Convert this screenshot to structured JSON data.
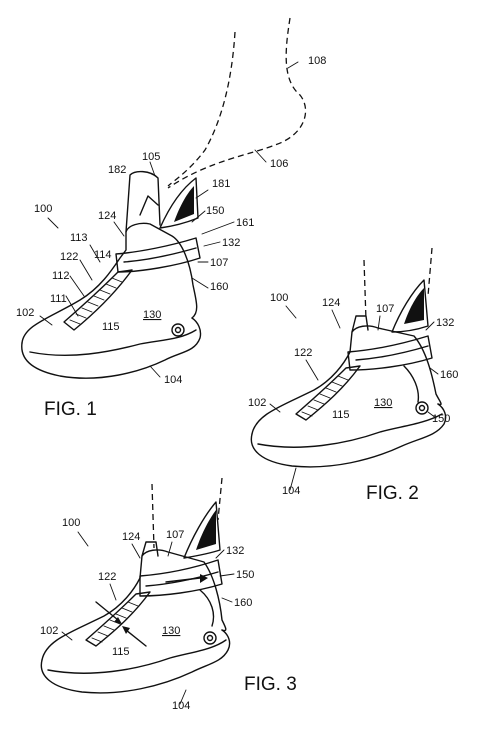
{
  "figures": [
    {
      "title": "FIG. 1",
      "refs": [
        "100",
        "102",
        "104",
        "105",
        "106",
        "107",
        "108",
        "111",
        "112",
        "113",
        "114",
        "115",
        "122",
        "124",
        "130",
        "132",
        "150",
        "160",
        "161",
        "181",
        "182"
      ]
    },
    {
      "title": "FIG. 2",
      "refs": [
        "100",
        "102",
        "104",
        "107",
        "115",
        "122",
        "124",
        "130",
        "132",
        "150",
        "160"
      ]
    },
    {
      "title": "FIG. 3",
      "refs": [
        "100",
        "102",
        "104",
        "107",
        "115",
        "122",
        "124",
        "130",
        "132",
        "150",
        "160"
      ]
    }
  ]
}
